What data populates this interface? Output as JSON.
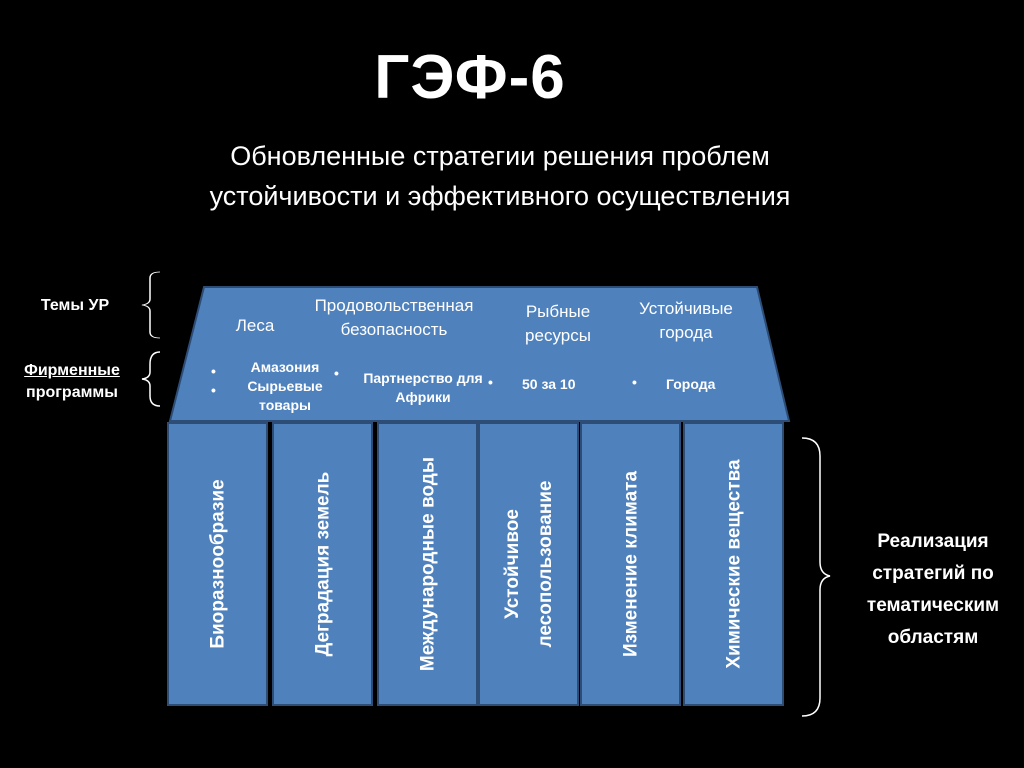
{
  "title": "ГЭФ-6",
  "subtitle": {
    "line1": "Обновленные стратегии решения проблем",
    "line2": "устойчивости и эффективного осуществления"
  },
  "labels": {
    "themes": "Темы УР",
    "flagship_line1": "Фирменные",
    "flagship_line2": "программы",
    "implementation": "Реализация стратегий по тематическим областям"
  },
  "themes": [
    {
      "label": "Леса"
    },
    {
      "label": "Продовольственная безопасность"
    },
    {
      "label": "Рыбные ресурсы"
    },
    {
      "label": "Устойчивые города"
    }
  ],
  "programs": {
    "forests": [
      "Амазония",
      "Сырьевые товары"
    ],
    "food": "Партнерство для Африки",
    "fish": "50 за 10",
    "cities": "Города"
  },
  "bullet": "•",
  "pillars": [
    {
      "label": "Биоразнообразие"
    },
    {
      "label": "Деградация земель"
    },
    {
      "label": "Международные воды"
    },
    {
      "label": "Устойчивое лесопользование"
    },
    {
      "label": "Изменение климата"
    },
    {
      "label": "Химические вещества"
    }
  ],
  "colors": {
    "panel_fill": "#4f81bd",
    "panel_border": "#2e4d76",
    "background": "#000000",
    "text": "#ffffff"
  }
}
